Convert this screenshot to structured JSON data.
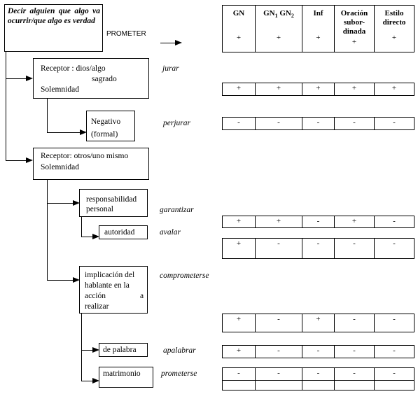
{
  "root": {
    "text": "Decir alguien que algo va ocurrir/que algo es verdad",
    "verb": "PROMETER"
  },
  "branch1": {
    "label": "Receptor : dios/algo sagrado Solemnidad",
    "line1": "Receptor : dios/algo",
    "line2": "sagrado",
    "line3": "Solemnidad",
    "verb": "jurar",
    "sub": {
      "line1": "Negativo",
      "line2": "(formal)",
      "verb": "perjurar"
    }
  },
  "branch2": {
    "line1": "Receptor: otros/uno mismo",
    "line2": "Solemnidad",
    "items": [
      {
        "line1": "responsabilidad",
        "line2": "personal",
        "verb": "garantizar"
      },
      {
        "line1": "autoridad",
        "verb": "avalar"
      },
      {
        "line1": "implicación del",
        "line2": "hablante en la",
        "line3a": "acción",
        "line3b": "a",
        "line4": "realizar",
        "verb": "comprometerse"
      },
      {
        "line1": "de palabra",
        "verb": "apalabrar"
      },
      {
        "line1": "matrimonio",
        "verb": "prometerse"
      }
    ]
  },
  "table": {
    "headers": [
      {
        "line1": "GN",
        "line2": "+"
      },
      {
        "line1": "GN",
        "sub1": "1",
        "mid": " GN",
        "sub2": "2",
        "line2": "+"
      },
      {
        "line1": "Inf",
        "line2": "+"
      },
      {
        "line1": "Oración",
        "line1b": "subor-",
        "line1c": "dinada",
        "line2": "+"
      },
      {
        "line1": "Estilo",
        "line1b": "directo",
        "line2": "+"
      }
    ],
    "rows": {
      "jurar": [
        "+",
        "+",
        "+",
        "+",
        "+"
      ],
      "perjurar": [
        "-",
        "-",
        "-",
        "-",
        "-"
      ],
      "garantizar": [
        "+",
        "+",
        "-",
        "+",
        "-"
      ],
      "avalar": [
        "+",
        "-",
        "-",
        "-",
        "-"
      ],
      "comprometerse": [
        "+",
        "-",
        "+",
        "-",
        "-"
      ],
      "apalabrar": [
        "+",
        "-",
        "-",
        "-",
        "-"
      ],
      "prometerse": [
        "-",
        "-",
        "-",
        "-",
        "-"
      ]
    }
  }
}
